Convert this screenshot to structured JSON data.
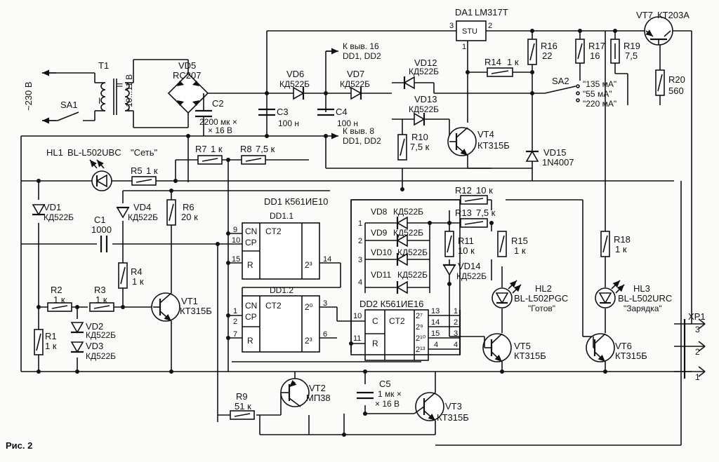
{
  "figure": {
    "caption": "Рис. 2"
  },
  "mains": {
    "voltage": "~230 В",
    "switch": "SA1"
  },
  "transformer": {
    "ref": "T1",
    "primary": "I",
    "secondary": "II",
    "voltage": "~10...11 В"
  },
  "bridge": {
    "ref": "VD5",
    "part": "RC207"
  },
  "regulator": {
    "ref": "DA1",
    "part": "LM317T",
    "label": "STU",
    "pin1": "1",
    "pin2": "2",
    "pin3": "3"
  },
  "components": {
    "c2": {
      "ref": "C2",
      "value1": "2200 мк ×",
      "value2": "× 16 В"
    },
    "c3": {
      "ref": "C3",
      "value": "100 н"
    },
    "c4": {
      "ref": "C4",
      "value": "100 н"
    },
    "c1": {
      "ref": "C1",
      "value": "1000"
    },
    "c5": {
      "ref": "C5",
      "value1": "1 мк ×",
      "value2": "× 16 В"
    },
    "vd6": {
      "ref": "VD6",
      "part": "КД522Б"
    },
    "vd7": {
      "ref": "VD7",
      "part": "КД522Б"
    },
    "vd12": {
      "ref": "VD12",
      "part": "КД522Б"
    },
    "vd13": {
      "ref": "VD13",
      "part": "КД522Б"
    },
    "vd1": {
      "ref": "VD1",
      "part": "КД522Б"
    },
    "vd4": {
      "ref": "VD4",
      "part": "КД522Б"
    },
    "vd2": {
      "ref": "VD2",
      "part": "КД522Б"
    },
    "vd3": {
      "ref": "VD3",
      "part": "КД522Б"
    },
    "vd8": {
      "ref": "VD8",
      "part": "КД522Б"
    },
    "vd9": {
      "ref": "VD9",
      "part": "КД522Б"
    },
    "vd10": {
      "ref": "VD10",
      "part": "КД522Б"
    },
    "vd11": {
      "ref": "VD11",
      "part": "КД522Б"
    },
    "vd14": {
      "ref": "VD14",
      "part": "КД522Б"
    },
    "vd15": {
      "ref": "VD15",
      "part": "1N4007"
    },
    "r1": {
      "ref": "R1",
      "value": "1 к"
    },
    "r2": {
      "ref": "R2",
      "value": "1 к"
    },
    "r3": {
      "ref": "R3",
      "value": "1 к"
    },
    "r4": {
      "ref": "R4",
      "value": "1 к"
    },
    "r5": {
      "ref": "R5",
      "value": "1 к"
    },
    "r6": {
      "ref": "R6",
      "value": "20 к"
    },
    "r7": {
      "ref": "R7",
      "value": "1 к"
    },
    "r8": {
      "ref": "R8",
      "value": "7,5 к"
    },
    "r9": {
      "ref": "R9",
      "value": "51 к"
    },
    "r10": {
      "ref": "R10",
      "value": "7,5 к"
    },
    "r11": {
      "ref": "R11",
      "value": "10 к"
    },
    "r12": {
      "ref": "R12",
      "value": "10 к"
    },
    "r13": {
      "ref": "R13",
      "value": "7,5 к"
    },
    "r14": {
      "ref": "R14",
      "value": "1 к"
    },
    "r15": {
      "ref": "R15",
      "value": "1 к"
    },
    "r16": {
      "ref": "R16",
      "value": "22"
    },
    "r17": {
      "ref": "R17",
      "value": "16"
    },
    "r18": {
      "ref": "R18",
      "value": "1 к"
    },
    "r19": {
      "ref": "R19",
      "value": "7,5"
    },
    "r20": {
      "ref": "R20",
      "value": "560"
    },
    "vt1": {
      "ref": "VT1",
      "part": "КТ315Б"
    },
    "vt2": {
      "ref": "VT2",
      "part": "МП38"
    },
    "vt3": {
      "ref": "VT3",
      "part": "КТ315Б"
    },
    "vt4": {
      "ref": "VT4",
      "part": "КТ315Б"
    },
    "vt5": {
      "ref": "VT5",
      "part": "КТ315Б"
    },
    "vt6": {
      "ref": "VT6",
      "part": "КТ315Б"
    },
    "vt7": {
      "ref": "VT7",
      "part": "КТ203А"
    },
    "hl1": {
      "ref": "HL1",
      "part": "BL-L502UBC",
      "name": "\"Сеть\""
    },
    "hl2": {
      "ref": "HL2",
      "part": "BL-L502PGC",
      "name": "\"Готов\""
    },
    "hl3": {
      "ref": "HL3",
      "part": "BL-L502URC",
      "name": "\"Зарядка\""
    }
  },
  "notes": {
    "to16_a": "К выв. 16",
    "to16_b": "DD1, DD2",
    "to8_a": "К выв. 8",
    "to8_b": "DD1, DD2"
  },
  "switch2": {
    "ref": "SA2",
    "pos1": "\"135 мА\"",
    "pos2": "\"55 мА\"",
    "pos3": "\"220 мА\""
  },
  "dd1": {
    "title": "DD1 К561ИЕ10",
    "u1": {
      "ref": "DD1.1",
      "cn": "CN",
      "cp": "CP",
      "ct": "CT2",
      "r": "R",
      "out": "2³",
      "pin_cn": "9",
      "pin_cp": "10",
      "pin_r": "15",
      "pin_out": "14"
    },
    "u2": {
      "ref": "DD1.2",
      "cn": "CN",
      "cp": "CP",
      "ct": "CT2",
      "r": "R",
      "out0": "2⁰",
      "out3": "2³",
      "pin_cn": "1",
      "pin_cp": "2",
      "pin_r": "7",
      "pin_out0": "3",
      "pin_out3": "6"
    }
  },
  "dd2": {
    "title": "DD2 К561ИЕ16",
    "c": "C",
    "ct": "CT2",
    "r": "R",
    "pin_c": "10",
    "pin_r": "11",
    "outs": [
      "2⁷",
      "2⁹",
      "2¹⁰",
      "2¹³"
    ],
    "pins": [
      "13",
      "14",
      "15",
      "4"
    ],
    "nums": [
      "1",
      "2",
      "3",
      "4"
    ]
  },
  "diode_taps": [
    "1",
    "2",
    "3",
    "4"
  ],
  "connector": {
    "ref": "XP1",
    "pins": [
      "3",
      "2",
      "1"
    ]
  }
}
